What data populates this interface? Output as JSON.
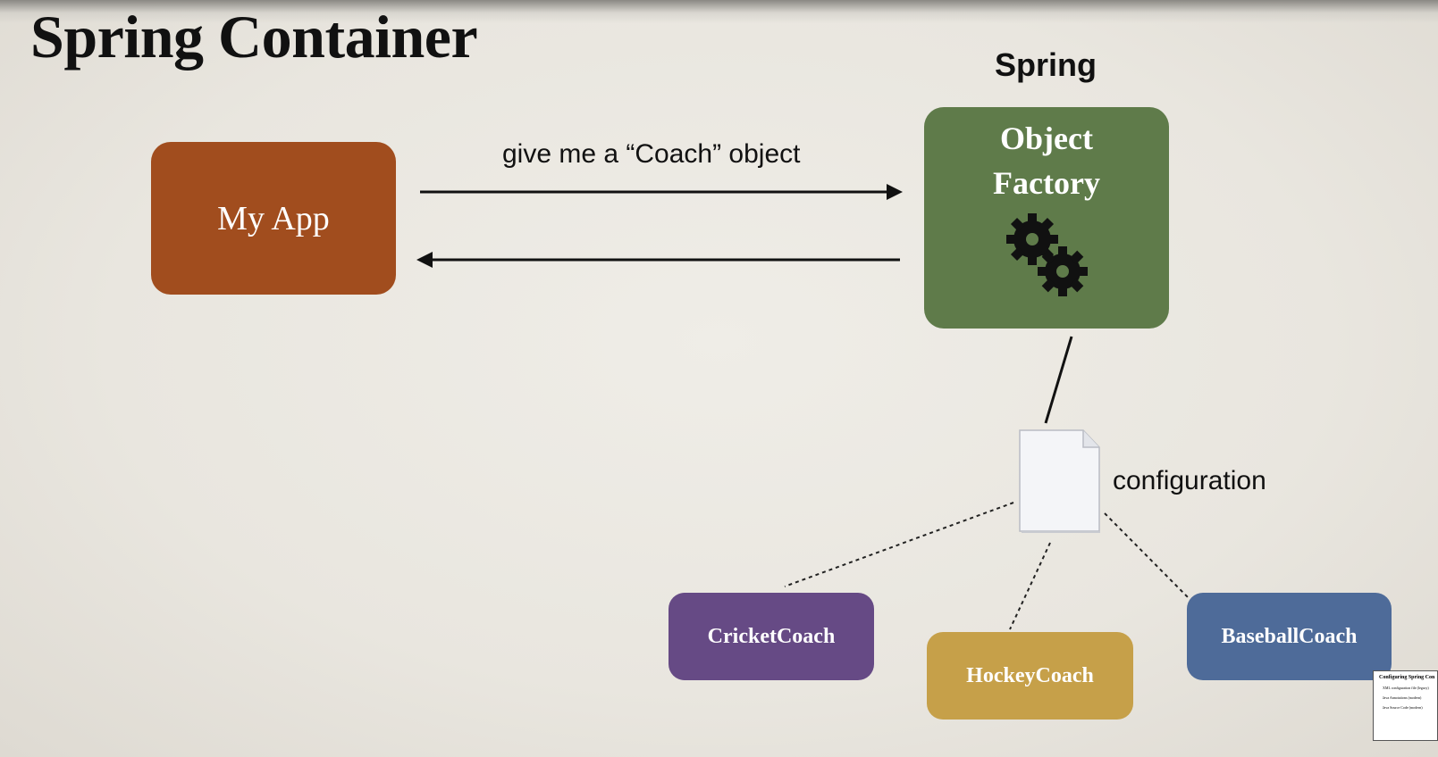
{
  "title": "Spring Container",
  "spring_label": "Spring",
  "my_app": {
    "label": "My App",
    "color": "#a14d1e"
  },
  "object_factory": {
    "line1": "Object",
    "line2": "Factory",
    "icon": "gears-icon",
    "color": "#5f7b4a"
  },
  "request_label": "give me a “Coach” object",
  "configuration": {
    "label": "configuration",
    "icon": "document-icon"
  },
  "coaches": [
    {
      "label": "CricketCoach",
      "color": "#664a85"
    },
    {
      "label": "HockeyCoach",
      "color": "#c6a049"
    },
    {
      "label": "BaseballCoach",
      "color": "#4e6b99"
    }
  ],
  "thumbnail": {
    "title": "Configuring Spring Con",
    "rows": [
      "XML configuration file (legacy)",
      "Java Annotations (modern)",
      "Java Source Code (modern)"
    ]
  }
}
